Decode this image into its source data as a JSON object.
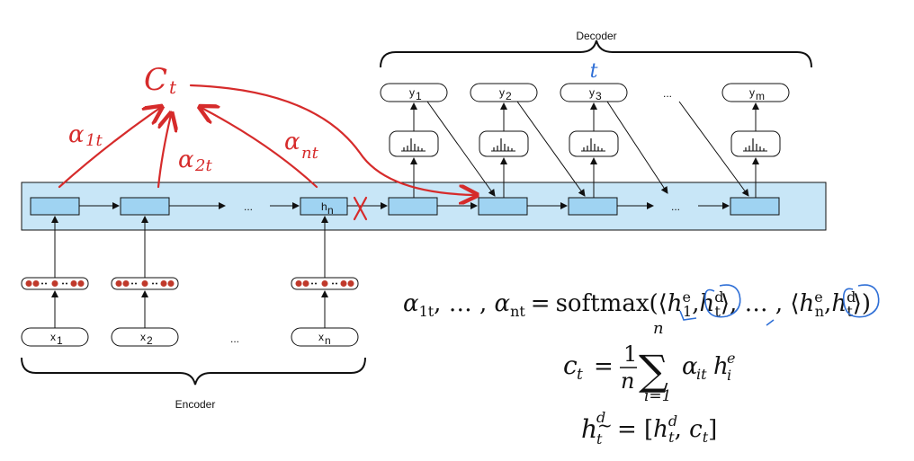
{
  "decoder": {
    "title": "Decoder",
    "time_annotation": "t",
    "outputs": [
      "y",
      "y",
      "y",
      "...",
      "y"
    ],
    "output_subscripts": [
      "1",
      "2",
      "3",
      "",
      "m"
    ]
  },
  "encoder": {
    "title": "Encoder",
    "inputs": [
      "x",
      "x",
      "...",
      "x"
    ],
    "input_subscripts": [
      "1",
      "2",
      "",
      "n"
    ],
    "state_dots": [
      "...",
      "..."
    ],
    "last_state": "h",
    "last_state_sub": "n"
  },
  "annotations": {
    "context": "C",
    "context_sub": "t",
    "alpha1": "α",
    "alpha1_sub": "1t",
    "alpha2": "α",
    "alpha2_sub": "2t",
    "alphan": "α",
    "alphan_sub": "nt",
    "cut_mark": "X"
  },
  "equations": {
    "eq1_lhs": "α",
    "eq1_lhs_sub1": "1t",
    "eq1_sep": ", … , ",
    "eq1_lhs_sub2": "nt",
    "eq1_equals": "=",
    "eq1_fn": "softmax",
    "eq1_open": "(⟨",
    "eq1_h": "h",
    "eq1_sup_e": "e",
    "eq1_sub_1": "1",
    "eq1_comma": ",",
    "eq1_sup_d": "d",
    "eq1_sub_t": "t",
    "eq1_mid": "⟩, … , ⟨",
    "eq1_sub_n": "n",
    "eq1_close": "⟩)",
    "eq2_lhs": "c",
    "eq2_sub": "t",
    "eq2_eq": "=",
    "eq2_num": "1",
    "eq2_den": "n",
    "eq2_sum": "∑",
    "eq2_sum_top": "n",
    "eq2_sum_bottom": "i=1",
    "eq2_alpha": "α",
    "eq2_alpha_sub": "it",
    "eq2_h": "h",
    "eq2_h_sup": "e",
    "eq2_h_sub": "i",
    "eq3_h": "h",
    "eq3_sup": "d",
    "eq3_sub": "t",
    "eq3_tilde": "~",
    "eq3_eq": "=",
    "eq3_rhs_open": "[",
    "eq3_rhs_h": "h",
    "eq3_rhs_sup": "d",
    "eq3_rhs_sub": "t",
    "eq3_rhs_comma": ", ",
    "eq3_rhs_c": "c",
    "eq3_rhs_csub": "t",
    "eq3_rhs_close": "]"
  },
  "colors": {
    "band_fill": "#c8e6f7",
    "box_fill": "#9fd3f2",
    "annotation": "#d62b2b",
    "blue_pen": "#2f6fd6"
  }
}
